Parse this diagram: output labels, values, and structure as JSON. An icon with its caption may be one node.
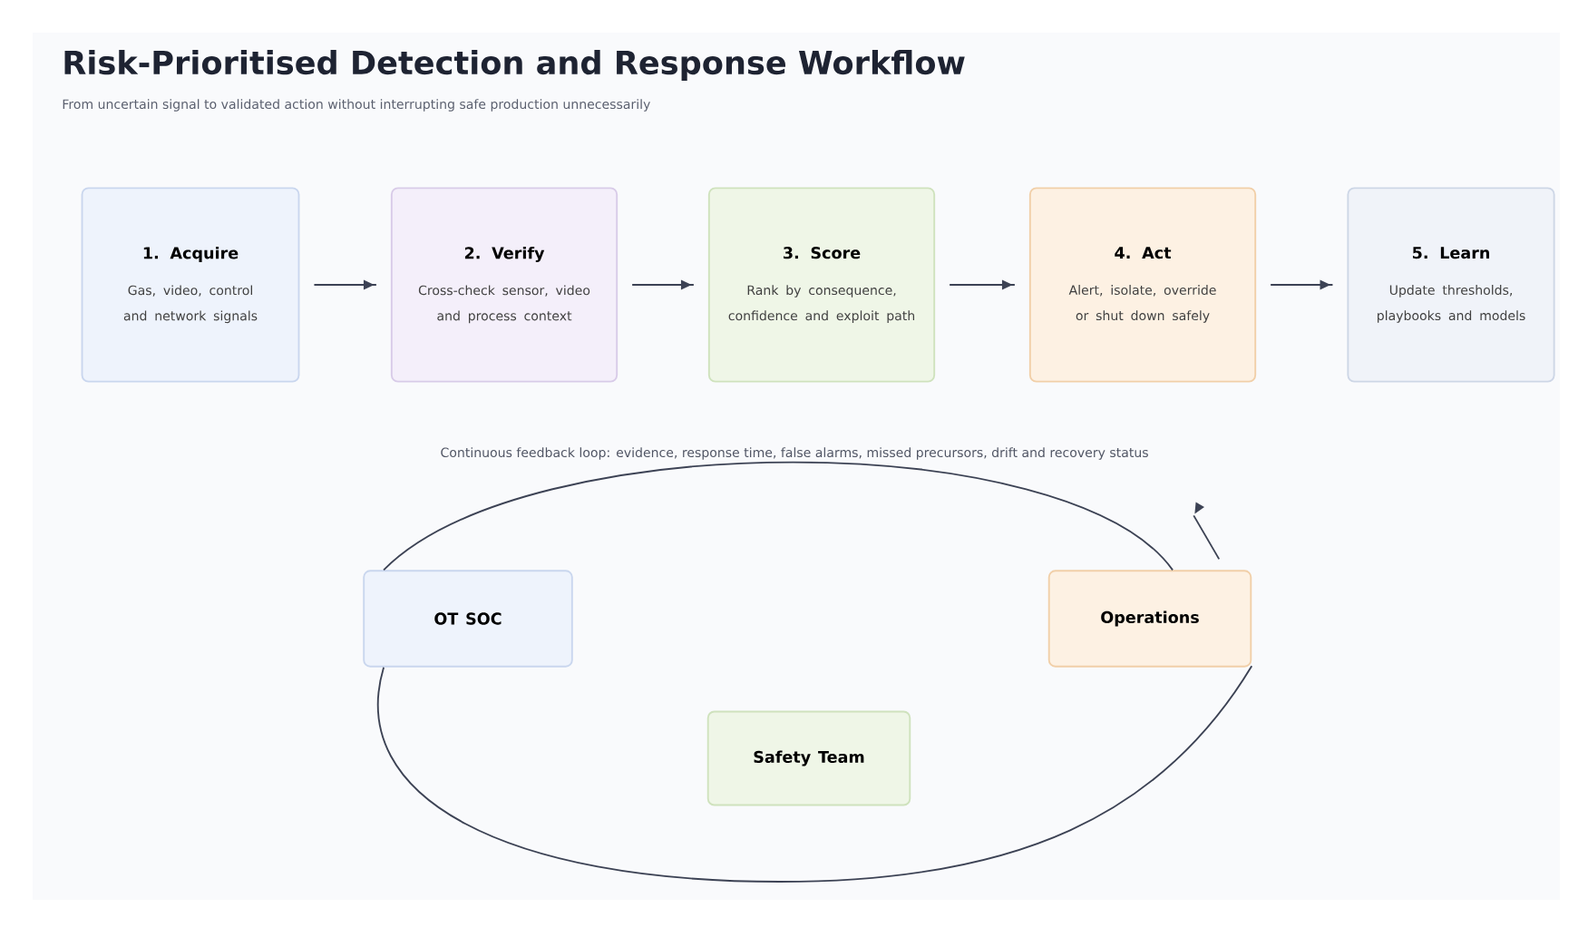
{
  "diagram": {
    "title": "Risk-Prioritised Detection and Response Workflow",
    "caption": "From uncertain signal to validated action without interrupting safe production unnecessarily",
    "nodes": [
      {
        "text": [
          "1. Acquire",
          "Gas, video, control and network signals"
        ]
      },
      {
        "text": [
          "2. Verify",
          "Cross-check sensor, video and process context"
        ]
      },
      {
        "text": [
          "3. Score",
          "Rank by consequence, confidence and exploit path"
        ]
      },
      {
        "text": [
          "4. Act",
          "Alert, isolate, override or shut down safely"
        ]
      },
      {
        "text": [
          "5. Learn",
          "Update thresholds, playbooks and models"
        ]
      },
      {
        "text": [
          "OT SOC"
        ]
      },
      {
        "text": [
          "Operations"
        ]
      },
      {
        "text": [
          "Safety Team"
        ]
      }
    ],
    "edges": [
      {
        "from": 0,
        "to": 1,
        "arrow": "to"
      },
      {
        "from": 1,
        "to": 2,
        "arrow": "to"
      },
      {
        "from": 2,
        "to": 3,
        "arrow": "to"
      },
      {
        "from": 3,
        "to": 4,
        "arrow": "to"
      },
      {
        "from": 5,
        "to": 6,
        "arrow": "none"
      },
      {
        "from": 6,
        "to": 5,
        "arrow": "none"
      },
      {
        "from": 6,
        "to": null,
        "arrow": "to"
      }
    ],
    "labels": [
      "Continuous feedback loop: evidence, response time, false alarms, missed precursors, drift and recovery status"
    ]
  }
}
